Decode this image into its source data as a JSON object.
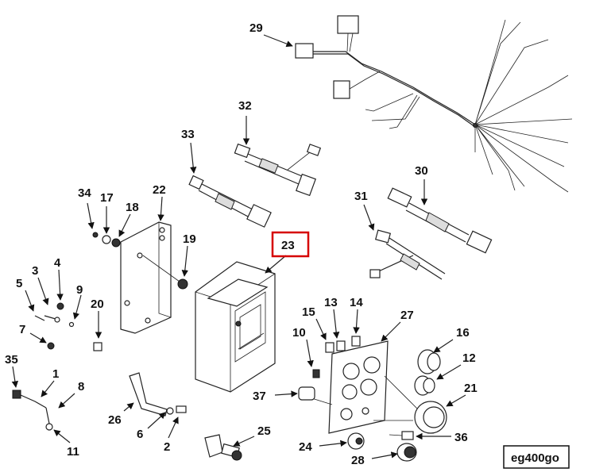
{
  "diagram_code": "eg400go",
  "highlighted_callout": "23",
  "callouts": {
    "c1": "1",
    "c2": "2",
    "c3": "3",
    "c4": "4",
    "c5": "5",
    "c6": "6",
    "c7": "7",
    "c8": "8",
    "c9": "9",
    "c10": "10",
    "c11": "11",
    "c12": "12",
    "c13": "13",
    "c14": "14",
    "c15": "15",
    "c16": "16",
    "c17": "17",
    "c18": "18",
    "c19": "19",
    "c20": "20",
    "c21": "21",
    "c22": "22",
    "c23": "23",
    "c24": "24",
    "c25": "25",
    "c26": "26",
    "c27": "27",
    "c28": "28",
    "c29": "29",
    "c30": "30",
    "c31": "31",
    "c32": "32",
    "c33": "33",
    "c34": "34",
    "c35": "35",
    "c36": "36",
    "c37": "37"
  },
  "colors": {
    "highlight": "#d60000",
    "ink": "#111111"
  }
}
